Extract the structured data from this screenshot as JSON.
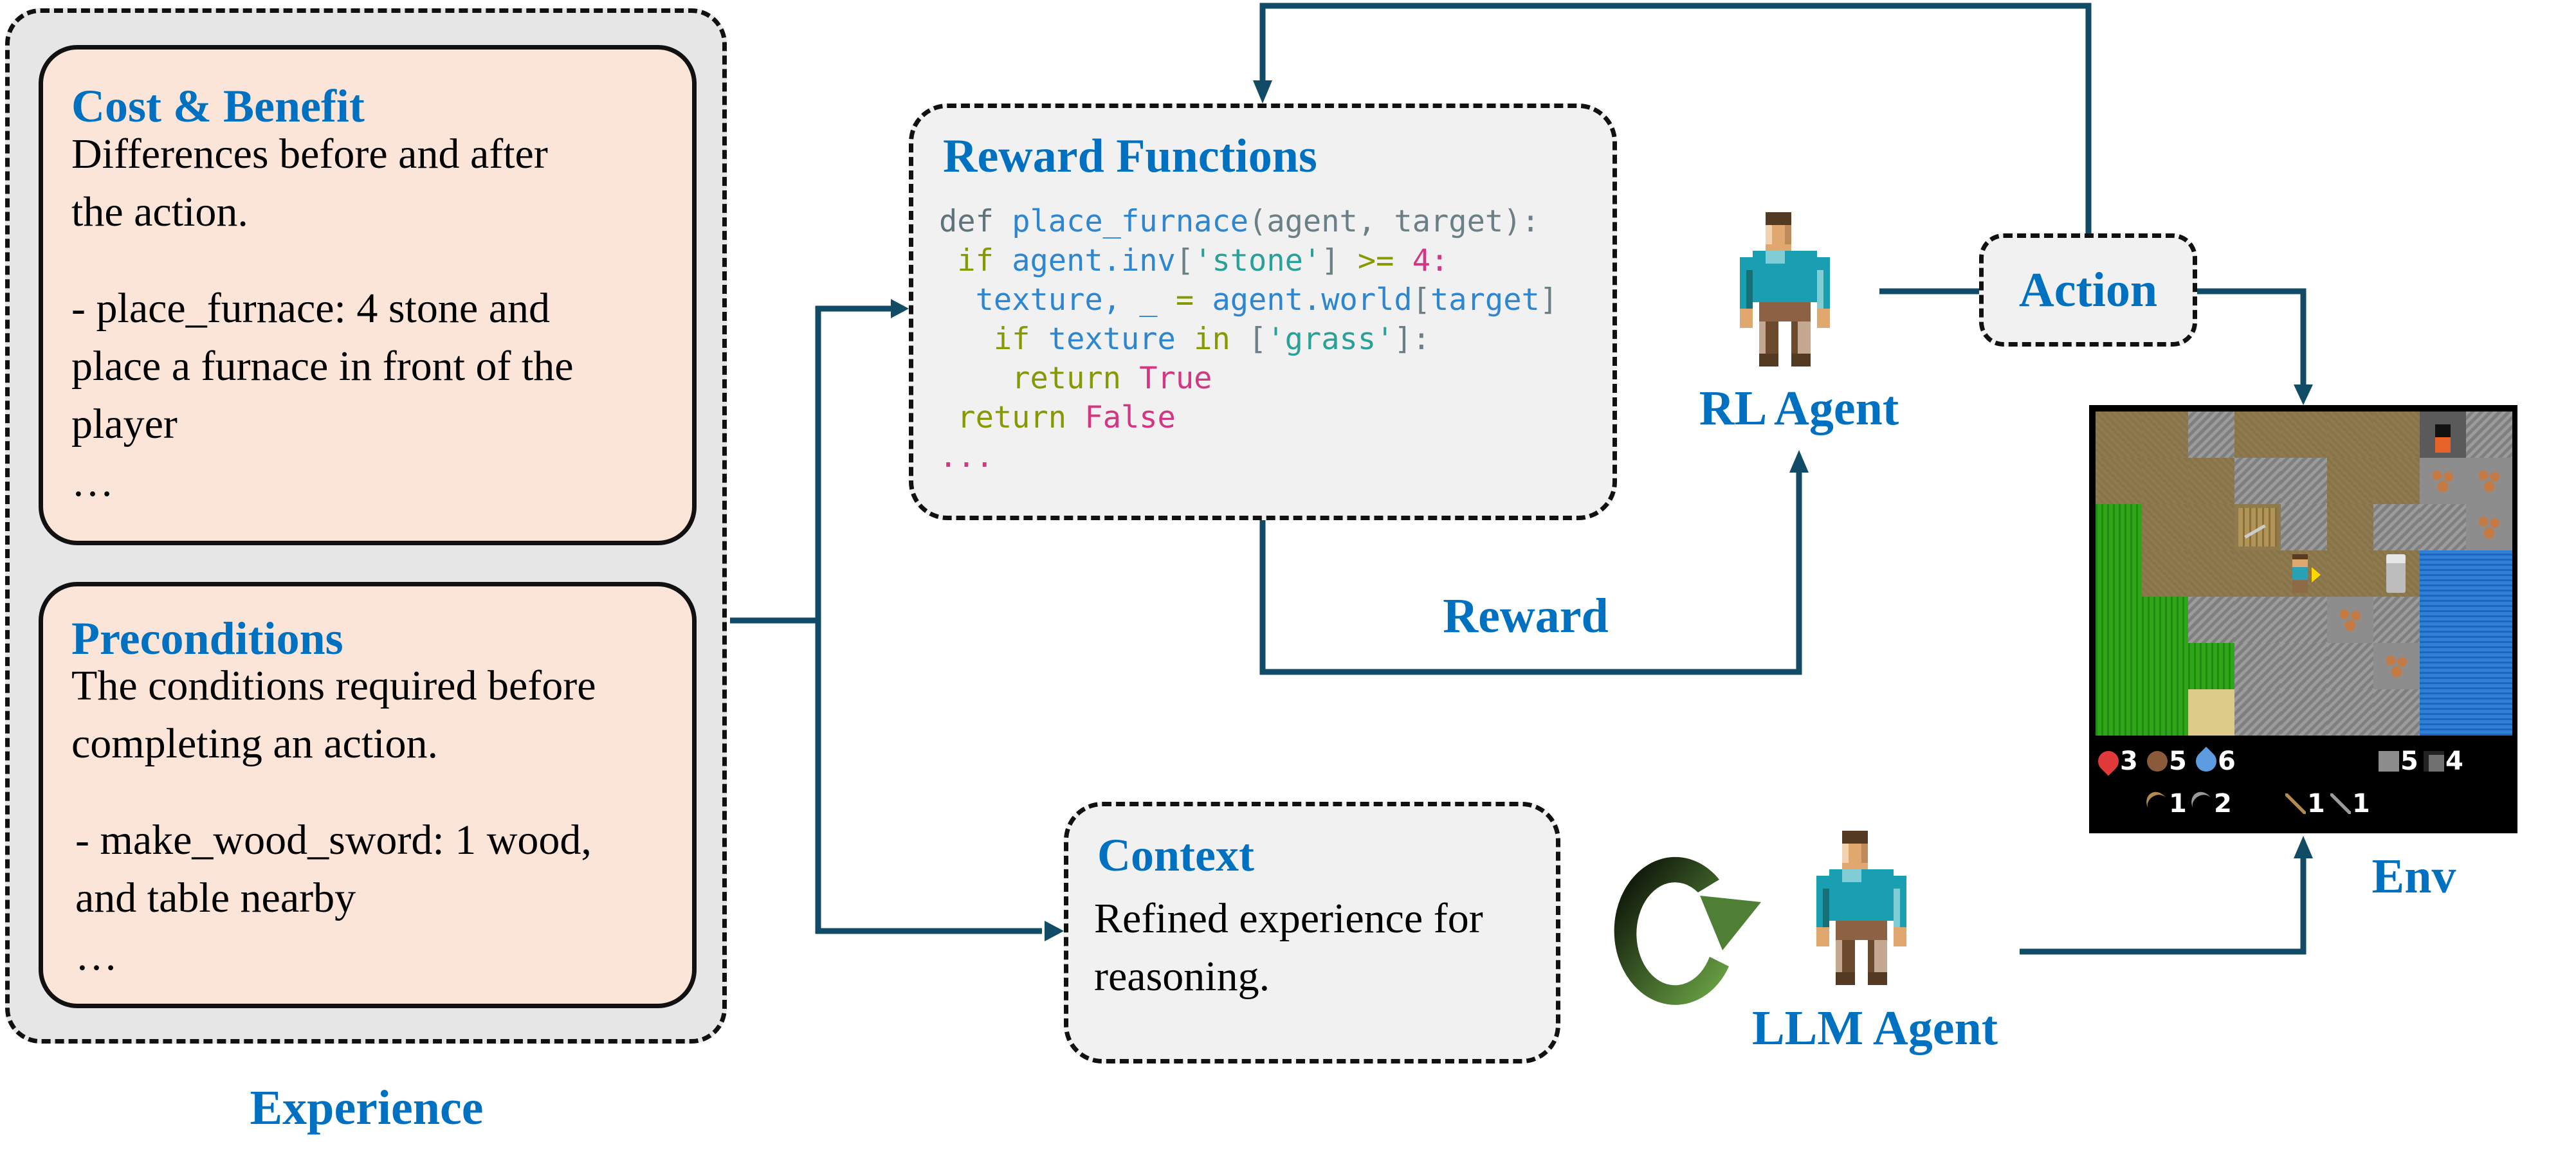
{
  "experience": {
    "label": "Experience",
    "cost_benefit": {
      "title": "Cost & Benefit",
      "description": [
        "Differences before and after",
        "the action."
      ],
      "example": [
        "- place_furnace: 4 stone and",
        "place a furnace in front of the",
        "player"
      ],
      "ellipsis": "…"
    },
    "preconditions": {
      "title": "Preconditions",
      "description": [
        "The conditions required before",
        "completing an action."
      ],
      "example": [
        "- make_wood_sword: 1 wood,",
        "and table nearby"
      ],
      "ellipsis": "…"
    }
  },
  "reward_functions": {
    "title": "Reward Functions",
    "code_lines": [
      [
        {
          "t": "def ",
          "c": "kw"
        },
        {
          "t": "place_furnace",
          "c": "fn"
        },
        {
          "t": "(agent, target):",
          "c": "br"
        }
      ],
      [
        {
          "t": " if ",
          "c": "ctl"
        },
        {
          "t": "agent.inv",
          "c": "fn"
        },
        {
          "t": "[",
          "c": "br"
        },
        {
          "t": "'stone'",
          "c": "str"
        },
        {
          "t": "] ",
          "c": "br"
        },
        {
          "t": ">= ",
          "c": "ctl"
        },
        {
          "t": "4:",
          "c": "num"
        }
      ],
      [
        {
          "t": "  texture, _ ",
          "c": "fn"
        },
        {
          "t": "= ",
          "c": "ctl"
        },
        {
          "t": "agent.world",
          "c": "fn"
        },
        {
          "t": "[",
          "c": "br"
        },
        {
          "t": "target",
          "c": "fn"
        },
        {
          "t": "]",
          "c": "br"
        }
      ],
      [
        {
          "t": "   if ",
          "c": "ctl"
        },
        {
          "t": "texture ",
          "c": "fn"
        },
        {
          "t": "in ",
          "c": "ctl"
        },
        {
          "t": "[",
          "c": "br"
        },
        {
          "t": "'grass'",
          "c": "str"
        },
        {
          "t": "]:",
          "c": "br"
        }
      ],
      [
        {
          "t": "    return ",
          "c": "ctl"
        },
        {
          "t": "True",
          "c": "num"
        }
      ],
      [
        {
          "t": " return ",
          "c": "ctl"
        },
        {
          "t": "False",
          "c": "num"
        }
      ],
      [
        {
          "t": "...",
          "c": "num"
        }
      ]
    ]
  },
  "context": {
    "title": "Context",
    "description": [
      "Refined experience for",
      "reasoning."
    ]
  },
  "rl_agent": {
    "label": "RL Agent"
  },
  "llm_agent": {
    "label": "LLM Agent"
  },
  "action": {
    "label": "Action"
  },
  "reward": {
    "label": "Reward"
  },
  "env": {
    "label": "Env",
    "map_rows": [
      [
        "path",
        "path",
        "stone",
        "path",
        "path",
        "path",
        "path",
        "furnace",
        "stone"
      ],
      [
        "path",
        "path",
        "path",
        "stone",
        "stone",
        "path",
        "path",
        "iron",
        "iron"
      ],
      [
        "grass",
        "path",
        "path",
        "table",
        "stone",
        "path",
        "stone",
        "stone",
        "iron"
      ],
      [
        "grass",
        "path",
        "path",
        "path",
        "player",
        "path",
        "zombie",
        "water",
        "water"
      ],
      [
        "grass",
        "grass",
        "stone",
        "stone",
        "stone",
        "iron",
        "stone",
        "water",
        "water"
      ],
      [
        "grass",
        "grass",
        "grass",
        "stone",
        "stone",
        "stone",
        "iron",
        "water",
        "water"
      ],
      [
        "grass",
        "grass",
        "sand",
        "stone",
        "stone",
        "stone",
        "stone",
        "water",
        "water"
      ]
    ],
    "inventory": {
      "health": "3",
      "food": "5",
      "drink": "6",
      "stone": "5",
      "coal": "4",
      "wood_pickaxe": "1",
      "stone_pickaxe": "2",
      "wood_sword": "1",
      "stone_sword": "1"
    }
  },
  "colors": {
    "title_blue": "#0070c0",
    "arrow": "#124b66",
    "peach_fill": "#fbe4d8",
    "experience_fill": "#e6e6e6",
    "box_fill": "#f1f1f1"
  }
}
